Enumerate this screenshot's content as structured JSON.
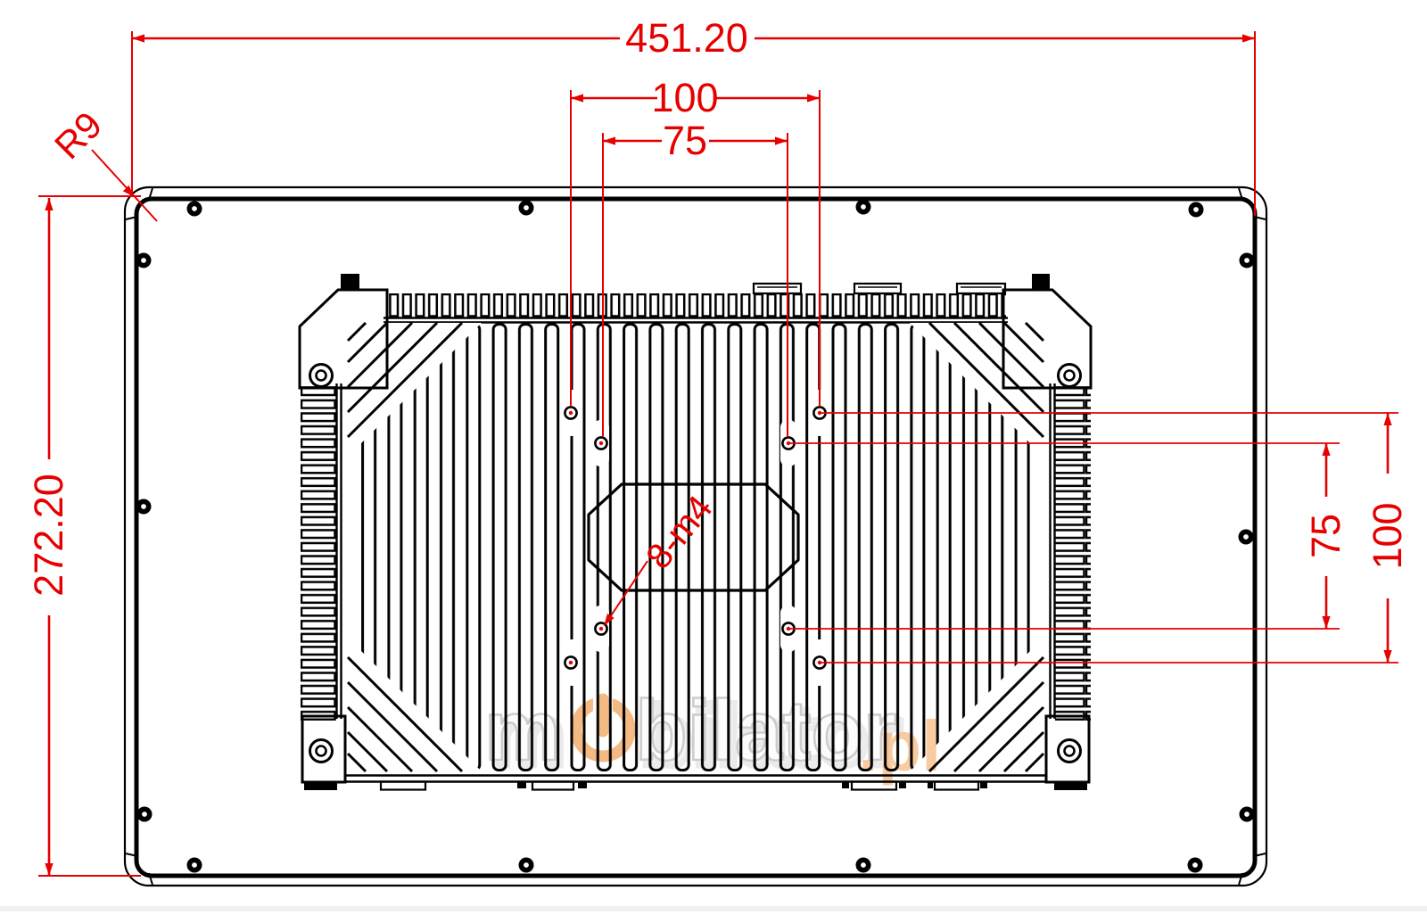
{
  "drawing": {
    "type": "technical-dimension-drawing",
    "subject": "industrial panel PC rear view with heatsink and VESA mounting holes",
    "dims": {
      "overall_width": "451.20",
      "overall_height": "272.20",
      "vesa_width_100": "100",
      "vesa_width_75": "75",
      "vesa_height_75": "75",
      "vesa_height_100": "100",
      "corner_radius": "R9",
      "holes_label": "8-m4"
    },
    "colors": {
      "dimension_red": "#e60000",
      "line_black": "#000000",
      "watermark_gray": "#d2d2d2",
      "watermark_orange": "#f0a055"
    },
    "watermark": {
      "part1": "m",
      "part2": "bilator",
      "tld": ".pl",
      "icon": "power-button-icon"
    }
  }
}
